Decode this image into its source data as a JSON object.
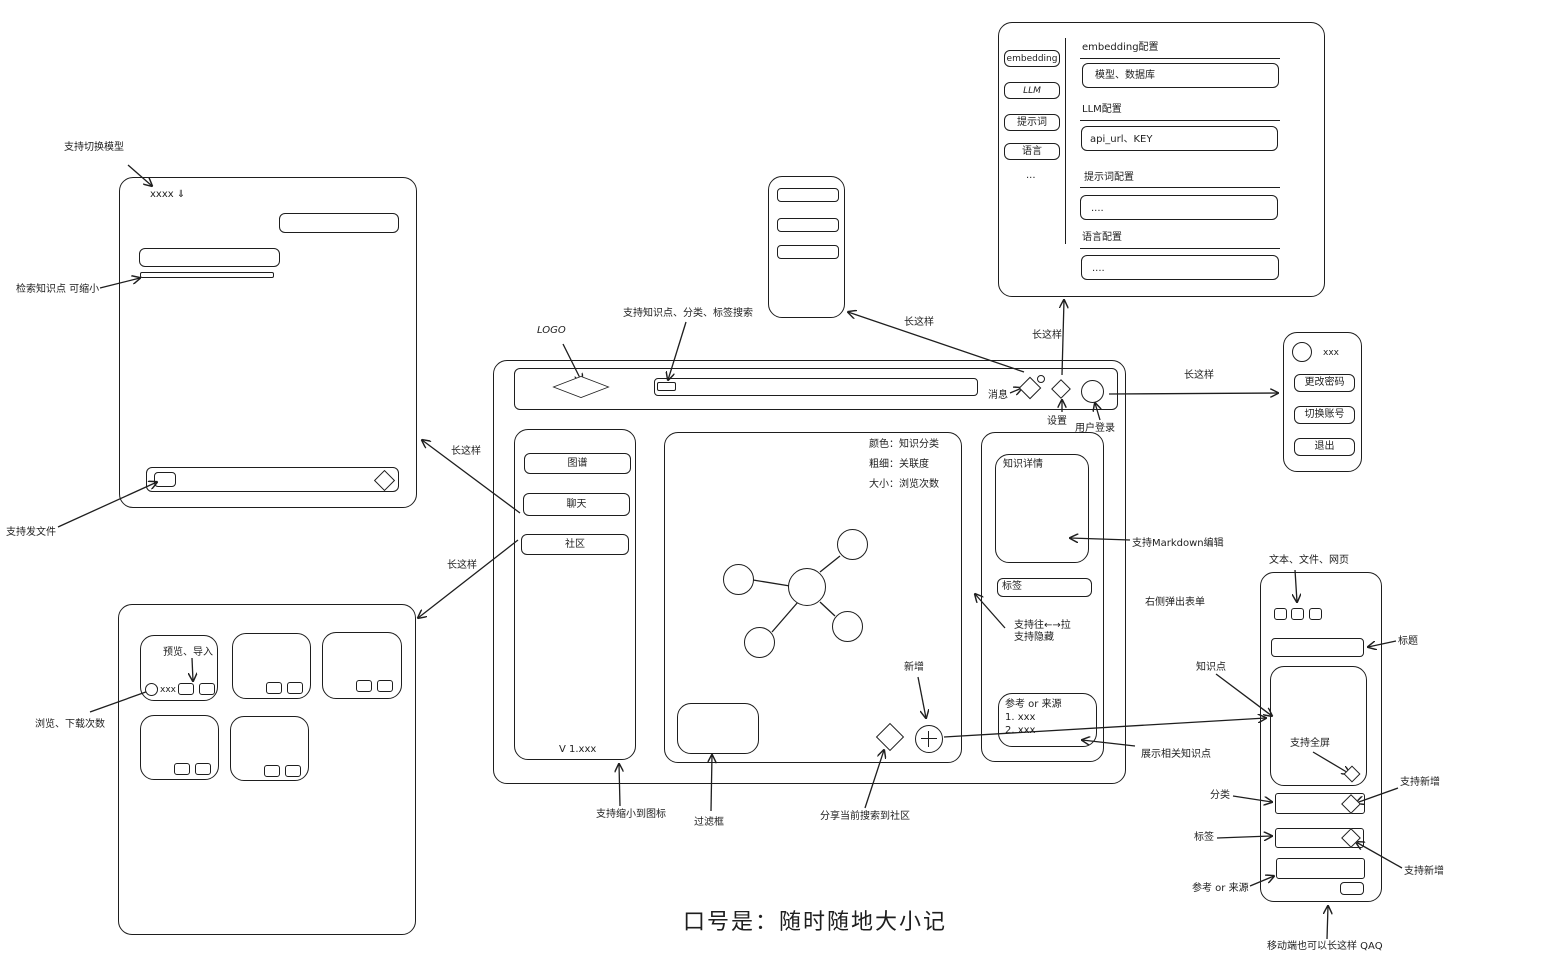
{
  "annotations": {
    "support_switch_model": "支持切换模型",
    "search_knowledge": "检索知识点 可缩小",
    "support_send_file": "支持发文件",
    "looks_like": "长这样",
    "views_downloads": "浏览、下载次数",
    "logo_label": "LOGO",
    "search_support": "支持知识点、分类、标签搜索",
    "message_label": "消息",
    "settings_label": "设置",
    "user_login_label": "用户登录",
    "markdown_support": "支持Markdown编辑",
    "right_popup_form": "右侧弹出表单",
    "drag_hide": "支持往←→拉\n支持隐藏",
    "show_related": "展示相关知识点",
    "collapse_icon": "支持缩小到图标",
    "filter_box": "过滤框",
    "share_search": "分享当前搜索到社区",
    "add_new": "新增",
    "text_file_web": "文本、文件、网页",
    "title_label": "标题",
    "knowledge_point": "知识点",
    "fullscreen": "支持全屏",
    "category": "分类",
    "support_add": "支持新增",
    "tag": "标签",
    "reference_source": "参考 or 来源",
    "mobile_note": "移动端也可以长这样 QAQ",
    "slogan": "口号是：随时随地大小记"
  },
  "chat_panel": {
    "model_selector": "xxxx ⇓"
  },
  "community_panel": {
    "preview_import": "预览、导入",
    "views": "xxx"
  },
  "main_window": {
    "nav": [
      "图谱",
      "聊天",
      "社区"
    ],
    "version": "V 1.xxx",
    "legend": [
      "颜色：知识分类",
      "粗细：关联度",
      "大小：浏览次数"
    ],
    "detail_title": "知识详情",
    "tag_field": "标签",
    "refs_title": "参考 or 来源",
    "refs_items": [
      "1.  xxx",
      "2. xxx"
    ]
  },
  "settings_panel": {
    "tabs": [
      "embedding",
      "LLM",
      "提示词",
      "语言",
      "..."
    ],
    "sections": [
      {
        "title": "embedding配置",
        "value": "模型、数据库"
      },
      {
        "title": "LLM配置",
        "value": "api_url、KEY"
      },
      {
        "title": "提示词配置",
        "value": "...."
      },
      {
        "title": "语言配置",
        "value": "...."
      }
    ]
  },
  "user_menu": {
    "username": "xxx",
    "items": [
      "更改密码",
      "切换账号",
      "退出"
    ]
  }
}
